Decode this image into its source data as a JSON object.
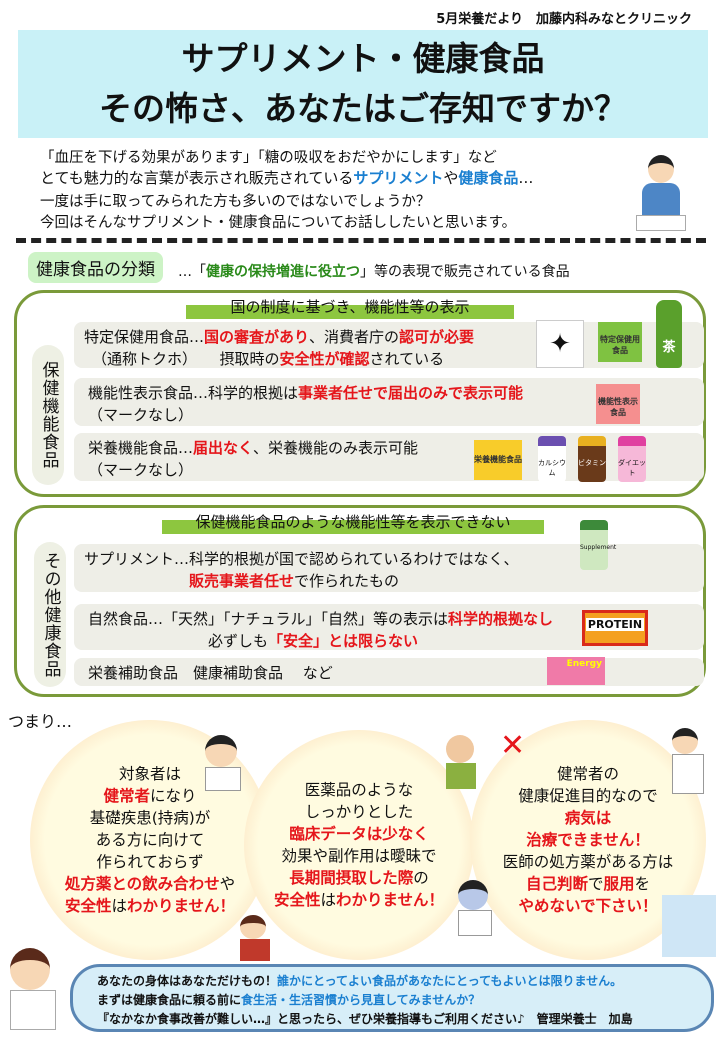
{
  "header": "5月栄養だより　加藤内科みなとクリニック",
  "title": [
    "サプリメント・健康食品",
    "その怖さ、あなたはご存知ですか？"
  ],
  "intro": [
    [
      {
        "t": "「血圧を下げる効果があります」「糖の吸収をおだやかにします」など"
      }
    ],
    [
      {
        "t": "とても魅力的な言葉が表示され販売されている"
      },
      {
        "t": "サプリメント",
        "c": "blue"
      },
      {
        "t": "や"
      },
      {
        "t": "健康食品",
        "c": "blue"
      },
      {
        "t": "…"
      }
    ],
    [
      {
        "t": "一度は手に取ってみられた方も多いのではないでしょうか？"
      }
    ],
    [
      {
        "t": "今回はそんなサプリメント・健康食品についてお話ししたいと思います。"
      }
    ]
  ],
  "classification": {
    "label": "健康食品の分類",
    "desc": [
      {
        "t": "…「"
      },
      {
        "t": "健康の保持増進に役立つ",
        "c": "green"
      },
      {
        "t": "」等の表現で販売されている食品"
      }
    ]
  },
  "box1": {
    "vlabel": "保健機能食品",
    "heading": "国の制度に基づき、機能性等の表示",
    "rows": [
      [
        [
          {
            "t": "特定保健用食品…"
          },
          {
            "t": "国の審査があり",
            "c": "red"
          },
          {
            "t": "、消費者庁の"
          },
          {
            "t": "認可が必要",
            "c": "red"
          }
        ],
        [
          {
            "t": "（通称トクホ）　　摂取時の"
          },
          {
            "t": "安全性が確認",
            "c": "red"
          },
          {
            "t": "されている"
          }
        ]
      ],
      [
        [
          {
            "t": "機能性表示食品…科学的根拠は"
          },
          {
            "t": "事業者任せで届出のみで表示可能",
            "c": "red"
          }
        ],
        [
          {
            "t": "（マークなし）"
          }
        ]
      ],
      [
        [
          {
            "t": "栄養機能食品…"
          },
          {
            "t": "届出なく",
            "c": "red"
          },
          {
            "t": "、栄養機能のみ表示可能"
          }
        ],
        [
          {
            "t": "（マークなし）"
          }
        ]
      ]
    ],
    "labels": {
      "tokuho_box": "特定保健用食品",
      "tea": "茶",
      "kinousei_box": "機能性表示食品",
      "eiyou_box": "栄養機能食品",
      "bottles": [
        "カルシウム",
        "ビタミン",
        "ダイエット"
      ]
    }
  },
  "box2": {
    "vlabel": "その他健康食品",
    "heading": "保健機能食品のような機能性等を表示できない",
    "rows": [
      [
        [
          {
            "t": "サプリメント…科学的根拠が国で認められているわけではなく、"
          }
        ],
        [
          {
            "t": "　　　　　　　"
          },
          {
            "t": "販売事業者任せ",
            "c": "red"
          },
          {
            "t": "で作られたもの"
          }
        ]
      ],
      [
        [
          {
            "t": "自然食品…「天然」「ナチュラル」「自然」等の表示は"
          },
          {
            "t": "科学的根拠なし",
            "c": "red"
          }
        ],
        [
          {
            "t": "　　　　　　　　必ずしも"
          },
          {
            "t": "「安全」とは限らない",
            "c": "red"
          }
        ]
      ],
      [
        [
          {
            "t": "栄養補助食品　健康補助食品　 など"
          }
        ]
      ]
    ],
    "labels": {
      "supplement": "Supplement",
      "protein": "PROTEIN",
      "energy": "Energy"
    }
  },
  "tsumari": "つまり…",
  "circles": [
    [
      [
        {
          "t": "対象者は"
        }
      ],
      [
        {
          "t": "健常者",
          "c": "red"
        },
        {
          "t": "になり"
        }
      ],
      [
        {
          "t": "基礎疾患(持病)が"
        }
      ],
      [
        {
          "t": "ある方に向けて"
        }
      ],
      [
        {
          "t": "作られておらず"
        }
      ],
      [
        {
          "t": "処方薬との飲み合わせ",
          "c": "red"
        },
        {
          "t": "や"
        }
      ],
      [
        {
          "t": "安全性",
          "c": "red"
        },
        {
          "t": "は"
        },
        {
          "t": "わかりません！",
          "c": "red"
        }
      ]
    ],
    [
      [
        {
          "t": "医薬品のような"
        }
      ],
      [
        {
          "t": "しっかりとした"
        }
      ],
      [
        {
          "t": "臨床データは少なく",
          "c": "red"
        }
      ],
      [
        {
          "t": "効果や副作用は曖昧で"
        }
      ],
      [
        {
          "t": "長期間摂取した際",
          "c": "red"
        },
        {
          "t": "の"
        }
      ],
      [
        {
          "t": "安全性",
          "c": "red"
        },
        {
          "t": "は"
        },
        {
          "t": "わかりません！",
          "c": "red"
        }
      ]
    ],
    [
      [
        {
          "t": "健常者の"
        }
      ],
      [
        {
          "t": "健康促進目的なので"
        }
      ],
      [
        {
          "t": "病気は",
          "c": "red"
        }
      ],
      [
        {
          "t": "治療できません！",
          "c": "red"
        }
      ],
      [
        {
          "t": "医師の処方薬がある方は"
        }
      ],
      [
        {
          "t": "自己判断",
          "c": "red"
        },
        {
          "t": "で"
        },
        {
          "t": "服用",
          "c": "red"
        },
        {
          "t": "を"
        }
      ],
      [
        {
          "t": "やめないで下さい！",
          "c": "red"
        }
      ]
    ]
  ],
  "bottom": [
    [
      {
        "t": "あなたの身体はあなただけもの！"
      },
      {
        "t": "誰かにとってよい食品があなたにとってもよいとは限りません。",
        "c": "lblue"
      }
    ],
    [
      {
        "t": "まずは健康食品に頼る前に"
      },
      {
        "t": "食生活・生活習慣から見直してみませんか？",
        "c": "lblue"
      }
    ],
    [
      {
        "t": "『なかなか食事改善が難しい…』と思ったら、ぜひ栄養指導もご利用ください♪　管理栄養士　加島"
      }
    ]
  ]
}
